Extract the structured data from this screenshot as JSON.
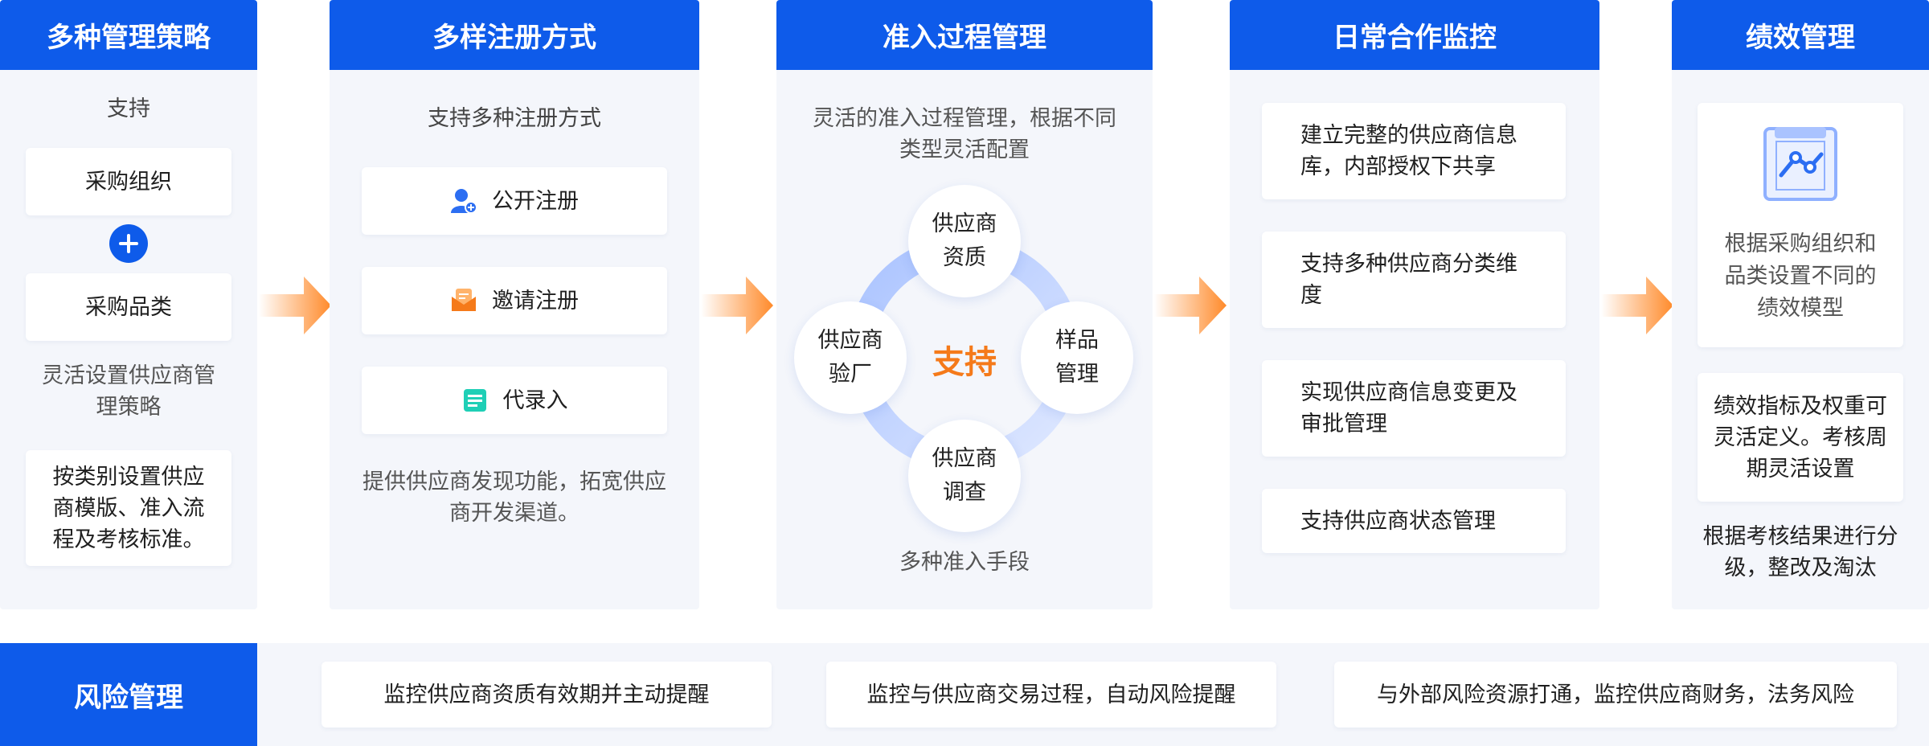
{
  "columns": [
    {
      "title": "多种管理策略",
      "intro": "支持",
      "items": [
        "采购组织",
        "采购品类"
      ],
      "note": "灵活设置供应商管理策略",
      "footer_card": "按类别设置供应商模版、准入流程及考核标准。"
    },
    {
      "title": "多样注册方式",
      "intro": "支持多种注册方式",
      "options": [
        {
          "label": "公开注册",
          "icon": "user-add-icon"
        },
        {
          "label": "邀请注册",
          "icon": "mail-icon"
        },
        {
          "label": "代录入",
          "icon": "document-icon"
        }
      ],
      "note": "提供供应商发现功能，拓宽供应商开发渠道。"
    },
    {
      "title": "准入过程管理",
      "intro": "灵活的准入过程管理，根据不同类型灵活配置",
      "center": "支持",
      "nodes": [
        "供应商资质",
        "样品管理",
        "供应商调查",
        "供应商验厂"
      ],
      "note": "多种准入手段"
    },
    {
      "title": "日常合作监控",
      "items": [
        "建立完整的供应商信息库，内部授权下共享",
        "支持多种供应商分类维度",
        "实现供应商信息变更及审批管理",
        "支持供应商状态管理"
      ]
    },
    {
      "title": "绩效管理",
      "icon": "chart-box-icon",
      "card1": "根据采购组织和品类设置不同的绩效模型",
      "card2": "绩效指标及权重可灵活定义。考核周期灵活设置",
      "note": "根据考核结果进行分级，整改及淘汰"
    }
  ],
  "risk": {
    "title": "风险管理",
    "items": [
      "监控供应商资质有效期并主动提醒",
      "监控与供应商交易过程，自动风险提醒",
      "与外部风险资源打通，监控供应商财务，法务风险"
    ]
  },
  "colors": {
    "primary": "#0e5bea",
    "panel_bg": "#f4f6fb",
    "accent_orange": "#f57a1a",
    "ring_blue": "#c9d8ff"
  }
}
